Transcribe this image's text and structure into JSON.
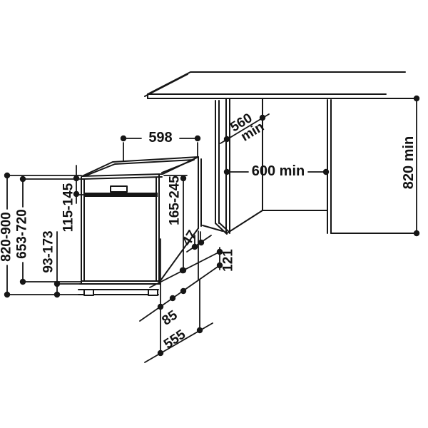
{
  "figure": {
    "title": "Built-under dishwasher installation diagram",
    "units": "mm"
  },
  "labels": {
    "width_598": "598",
    "depth_560": "560",
    "depth_560_min": "min",
    "niche_width_600": "600 min",
    "niche_height_820": "820 min",
    "overall_height_820_900": "820-900",
    "height_653_720": "653-720",
    "plinth_93_173": "93-173",
    "gap_115_145": "115-145",
    "range_165_245": "165-245",
    "dist_47": "47",
    "dist_121": "121",
    "dist_85": "85",
    "dist_555": "555"
  }
}
